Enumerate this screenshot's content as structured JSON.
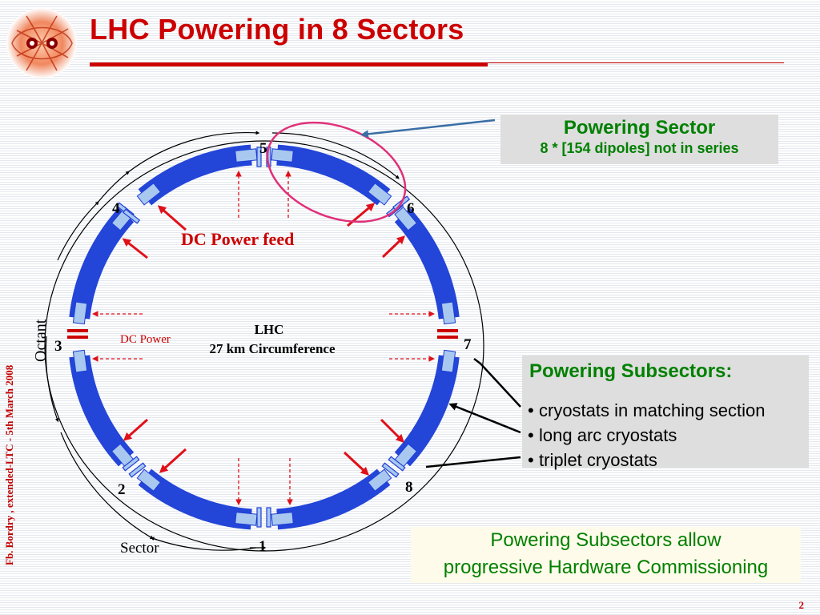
{
  "slide": {
    "title": "LHC Powering in 8 Sectors",
    "footer_vertical": "Fb. Bordry , extended-LTC - 5th March 2008",
    "page_number": "2"
  },
  "diagram": {
    "center_title": "LHC",
    "center_subtitle": "27 km Circumference",
    "dc_power_feed_label": "DC Power feed",
    "dc_power_label": "DC Power",
    "octant_label": "Octant",
    "sector_label": "Sector",
    "point_labels": [
      "1",
      "2",
      "3",
      "4",
      "5",
      "6",
      "7",
      "8"
    ]
  },
  "powering_sector_box": {
    "heading": "Powering Sector",
    "detail": "8 * [154 dipoles] not in series"
  },
  "powering_subsectors_box": {
    "heading": "Powering Subsectors:",
    "items": [
      "cryostats in matching section",
      "long arc cryostats",
      "triplet cryostats"
    ]
  },
  "note_box": {
    "line1": "Powering Subsectors allow",
    "line2": "progressive Hardware Commissioning"
  },
  "colors": {
    "title_red": "#cc0000",
    "arc_blue": "#1f3fd6",
    "arc_end_light_blue": "#a9c8f0",
    "label_green": "#008000",
    "arrow_red": "#e0101a",
    "pointer_blue": "#3a6ea5",
    "highlight_magenta": "#e0307a"
  }
}
